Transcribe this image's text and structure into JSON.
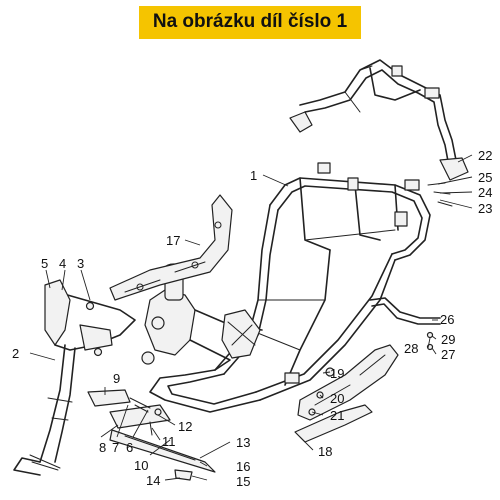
{
  "banner": {
    "title": "Na obrázku díl číslo 1",
    "background_color": "#f5c400"
  },
  "diagram": {
    "callouts": [
      "1",
      "2",
      "3",
      "4",
      "5",
      "6",
      "7",
      "8",
      "9",
      "10",
      "11",
      "12",
      "13",
      "14",
      "15",
      "16",
      "17",
      "18",
      "19",
      "20",
      "21",
      "22",
      "23",
      "24",
      "25",
      "26",
      "27",
      "28",
      "29"
    ]
  }
}
